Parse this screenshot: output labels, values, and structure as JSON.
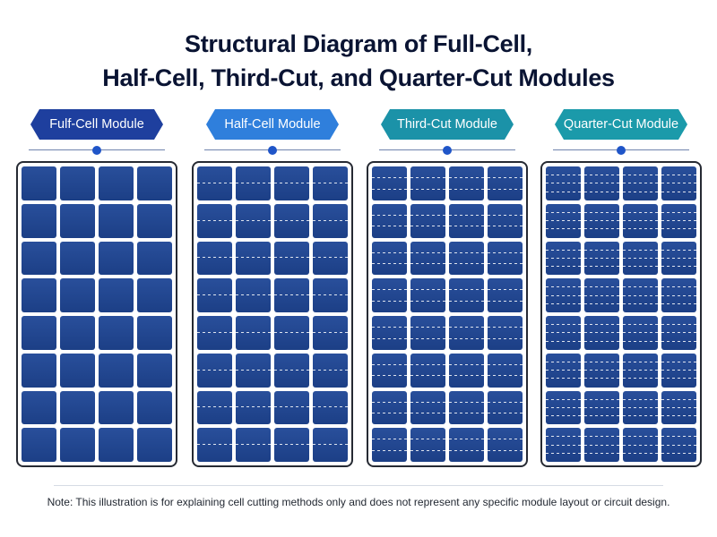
{
  "title": {
    "line1": "Structural Diagram of Full-Cell,",
    "line2": "Half-Cell, Third-Cut, and Quarter-Cut Modules"
  },
  "modules": [
    {
      "label": "Fulf-Cell Module",
      "color": "#1e3f9e",
      "cut": 1,
      "columns": 4,
      "rows": 8
    },
    {
      "label": "Half-Cell Module",
      "color": "#2f7fdc",
      "cut": 2,
      "columns": 4,
      "rows": 8
    },
    {
      "label": "Third-Cut Module",
      "color": "#1b92a8",
      "cut": 3,
      "columns": 4,
      "rows": 8
    },
    {
      "label": "Quarter-Cut Module",
      "color": "#1b9aaa",
      "cut": 4,
      "columns": 4,
      "rows": 8
    }
  ],
  "note": "Note: This illustration is for explaining cell cutting methods only and does not represent any specific module layout or circuit design."
}
